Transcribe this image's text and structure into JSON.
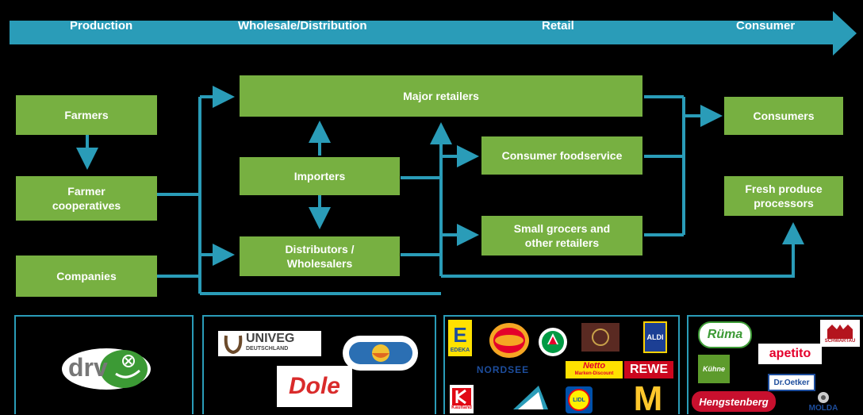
{
  "stages": [
    "Production",
    "Wholesale/Distribution",
    "Retail",
    "Consumer"
  ],
  "nodes": {
    "farmers": "Farmers",
    "farmer_coops": "Farmer\ncooperatives",
    "companies": "Companies",
    "major_retailers": "Major retailers",
    "importers": "Importers",
    "distributors": "Distributors /\nWholesalers",
    "consumer_foodservice": "Consumer foodservice",
    "small_grocers": "Small grocers and\nother retailers",
    "consumers": "Consumers",
    "fresh_processors": "Fresh produce\nprocessors"
  },
  "logos": {
    "production": {
      "drv": "drv"
    },
    "wholesale": {
      "univeg": "UNIVEG",
      "univeg_sub": "DEUTSCHLAND",
      "dole": "Dole"
    },
    "retail": {
      "edeka_letter": "E",
      "edeka": "EDEKA",
      "nordsee": "NORDSEE",
      "rewe": "REWE",
      "netto": "Netto",
      "netto_sub": "Marken-Discount",
      "aldi": "ALDI",
      "kaufland": "Kaufland",
      "lidl": "LIDL",
      "mcdonalds": "M"
    },
    "consumer": {
      "ruma": "Rüma",
      "schwartau": "SCHWARTAU",
      "apetito": "apetito",
      "kuhne": "Kühne",
      "drotker": "Dr.Oetker",
      "hengstenberg": "Hengstenberg",
      "molda": "MOLDA"
    }
  },
  "colors": {
    "box": "#77b041",
    "teal": "#2a9cb8",
    "background": "#000000"
  }
}
